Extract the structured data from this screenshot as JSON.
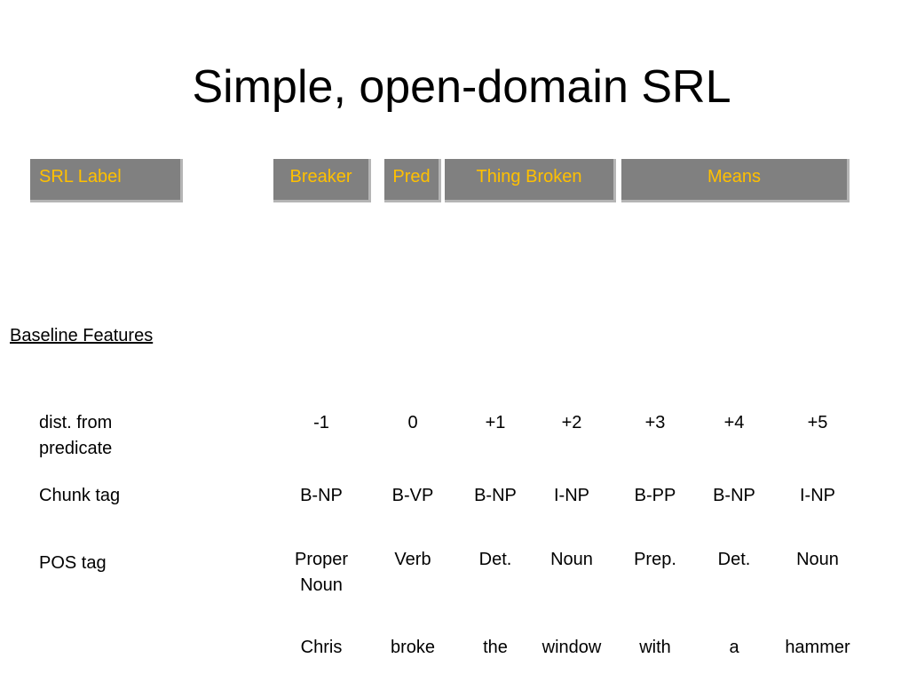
{
  "slide": {
    "title": "Simple, open-domain SRL"
  },
  "label_row": {
    "header": "SRL Label",
    "labels": [
      "Breaker",
      "Pred",
      "Thing Broken",
      "Means"
    ]
  },
  "colors": {
    "label_bg": "#808080",
    "label_text": "#ffc000",
    "label_border": "#b5b5b5"
  },
  "baseline": {
    "heading": "Baseline Features"
  },
  "rows": {
    "dist": {
      "label": "dist. from predicate",
      "values": [
        "-1",
        "0",
        "+1",
        "+2",
        "+3",
        "+4",
        "+5"
      ]
    },
    "chunk": {
      "label": "Chunk tag",
      "values": [
        "B-NP",
        "B-VP",
        "B-NP",
        "I-NP",
        "B-PP",
        "B-NP",
        "I-NP"
      ]
    },
    "pos": {
      "label": "POS tag",
      "values": [
        "Proper Noun",
        "Verb",
        "Det.",
        "Noun",
        "Prep.",
        "Det.",
        "Noun"
      ]
    },
    "words": {
      "values": [
        "Chris",
        "broke",
        "the",
        "window",
        "with",
        "a",
        "hammer"
      ]
    }
  }
}
